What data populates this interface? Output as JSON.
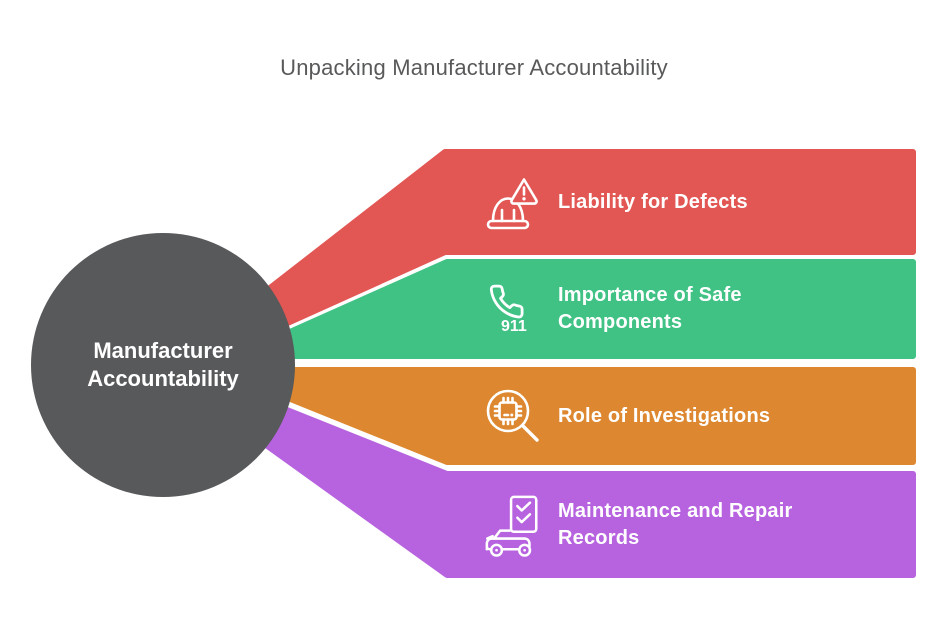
{
  "title": {
    "text": "Unpacking Manufacturer Accountability"
  },
  "center": {
    "label": "Manufacturer Accountability",
    "fill": "#58595b",
    "text_color": "#ffffff"
  },
  "items": [
    {
      "label": "Liability for Defects",
      "color": "#e25653",
      "icon": "hard-hat-warning-icon"
    },
    {
      "label": "Importance of Safe Components",
      "color": "#40c285",
      "icon": "emergency-call-911-icon",
      "icon_text": "911"
    },
    {
      "label": "Role of Investigations",
      "color": "#dd8830",
      "icon": "chip-magnifier-icon"
    },
    {
      "label": "Maintenance and Repair Records",
      "color": "#b763e0",
      "icon": "car-checklist-icon"
    }
  ],
  "colors": {
    "background": "#ffffff",
    "title_text": "#58595b",
    "label_text": "#ffffff"
  }
}
